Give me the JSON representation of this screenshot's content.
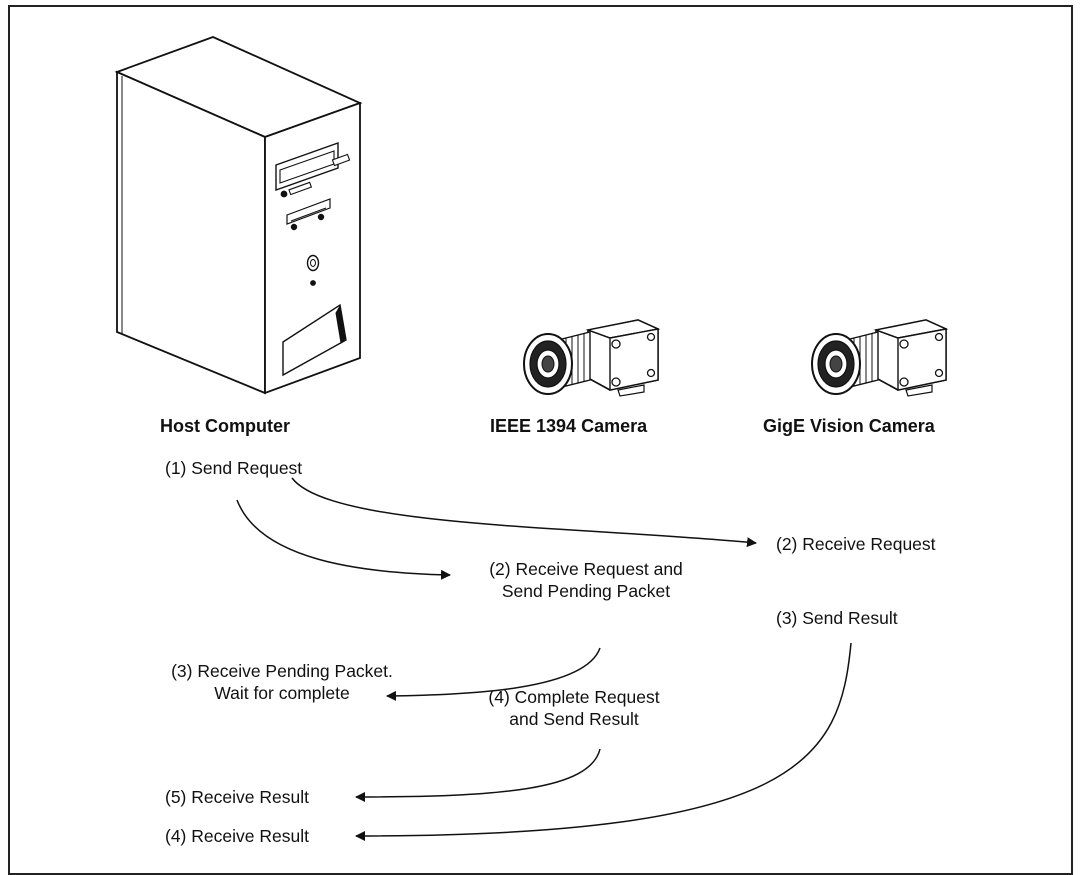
{
  "devices": {
    "host": "Host Computer",
    "ieee": "IEEE 1394 Camera",
    "gige": "GigE Vision Camera"
  },
  "steps": {
    "host_send_request": "(1) Send Request",
    "gige_receive_request": "(2) Receive Request",
    "ieee_receive_request_line1": "(2) Receive Request and",
    "ieee_receive_request_line2": "Send Pending Packet",
    "host_receive_pending_line1": "(3) Receive Pending Packet.",
    "host_receive_pending_line2": "Wait for complete",
    "gige_send_result": "(3) Send Result",
    "ieee_complete_line1": "(4) Complete Request",
    "ieee_complete_line2": "and Send Result",
    "host_receive_result_5": "(5) Receive Result",
    "host_receive_result_4": "(4) Receive Result"
  },
  "icons": {
    "computer": "desktop-tower-icon",
    "camera": "industrial-camera-icon"
  }
}
